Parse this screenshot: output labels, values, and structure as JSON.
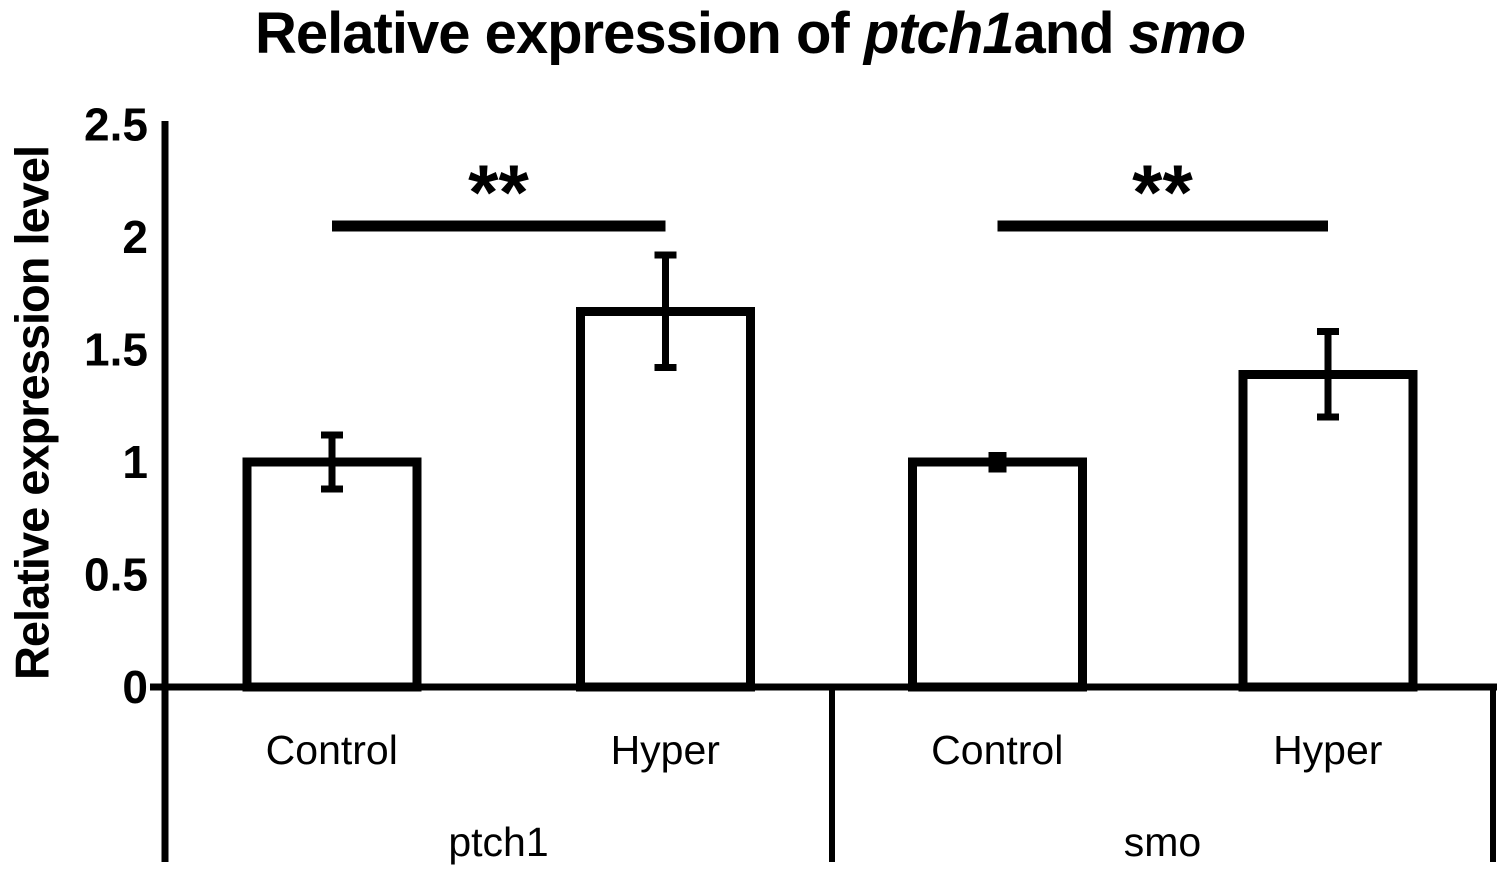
{
  "title_parts": {
    "prefix": "Relative expression of ",
    "gene1": "ptch1",
    "sep": "and ",
    "gene2": "smo"
  },
  "colors": {
    "ink": "#000000",
    "background": "#ffffff",
    "bar_fill": "#ffffff",
    "bar_stroke": "#000000"
  },
  "chart_data": {
    "type": "bar",
    "title": "Relative expression of ptch1 and smo",
    "title_italic_genes": [
      "ptch1",
      "smo"
    ],
    "ylabel": "Relative expression level",
    "xlabel": "",
    "ylim": [
      0,
      2.5
    ],
    "ytick_values": [
      0,
      0.5,
      1,
      1.5,
      2,
      2.5
    ],
    "ytick_labels": [
      "0",
      "0.5",
      "1",
      "1.5",
      "2",
      "2.5"
    ],
    "grid": false,
    "legend": false,
    "bar_fill": "#ffffff",
    "bar_stroke": "#000000",
    "groups": [
      {
        "label": "ptch1",
        "categories": [
          "Control",
          "Hyper"
        ],
        "values": [
          1.0,
          1.67
        ],
        "errors": [
          0.12,
          0.25
        ],
        "significance": {
          "marker": "**",
          "line_y": 2.05
        }
      },
      {
        "label": "smo",
        "categories": [
          "Control",
          "Hyper"
        ],
        "values": [
          1.0,
          1.39
        ],
        "errors": [
          0.03,
          0.19
        ],
        "significance": {
          "marker": "**",
          "line_y": 2.05
        }
      }
    ]
  }
}
